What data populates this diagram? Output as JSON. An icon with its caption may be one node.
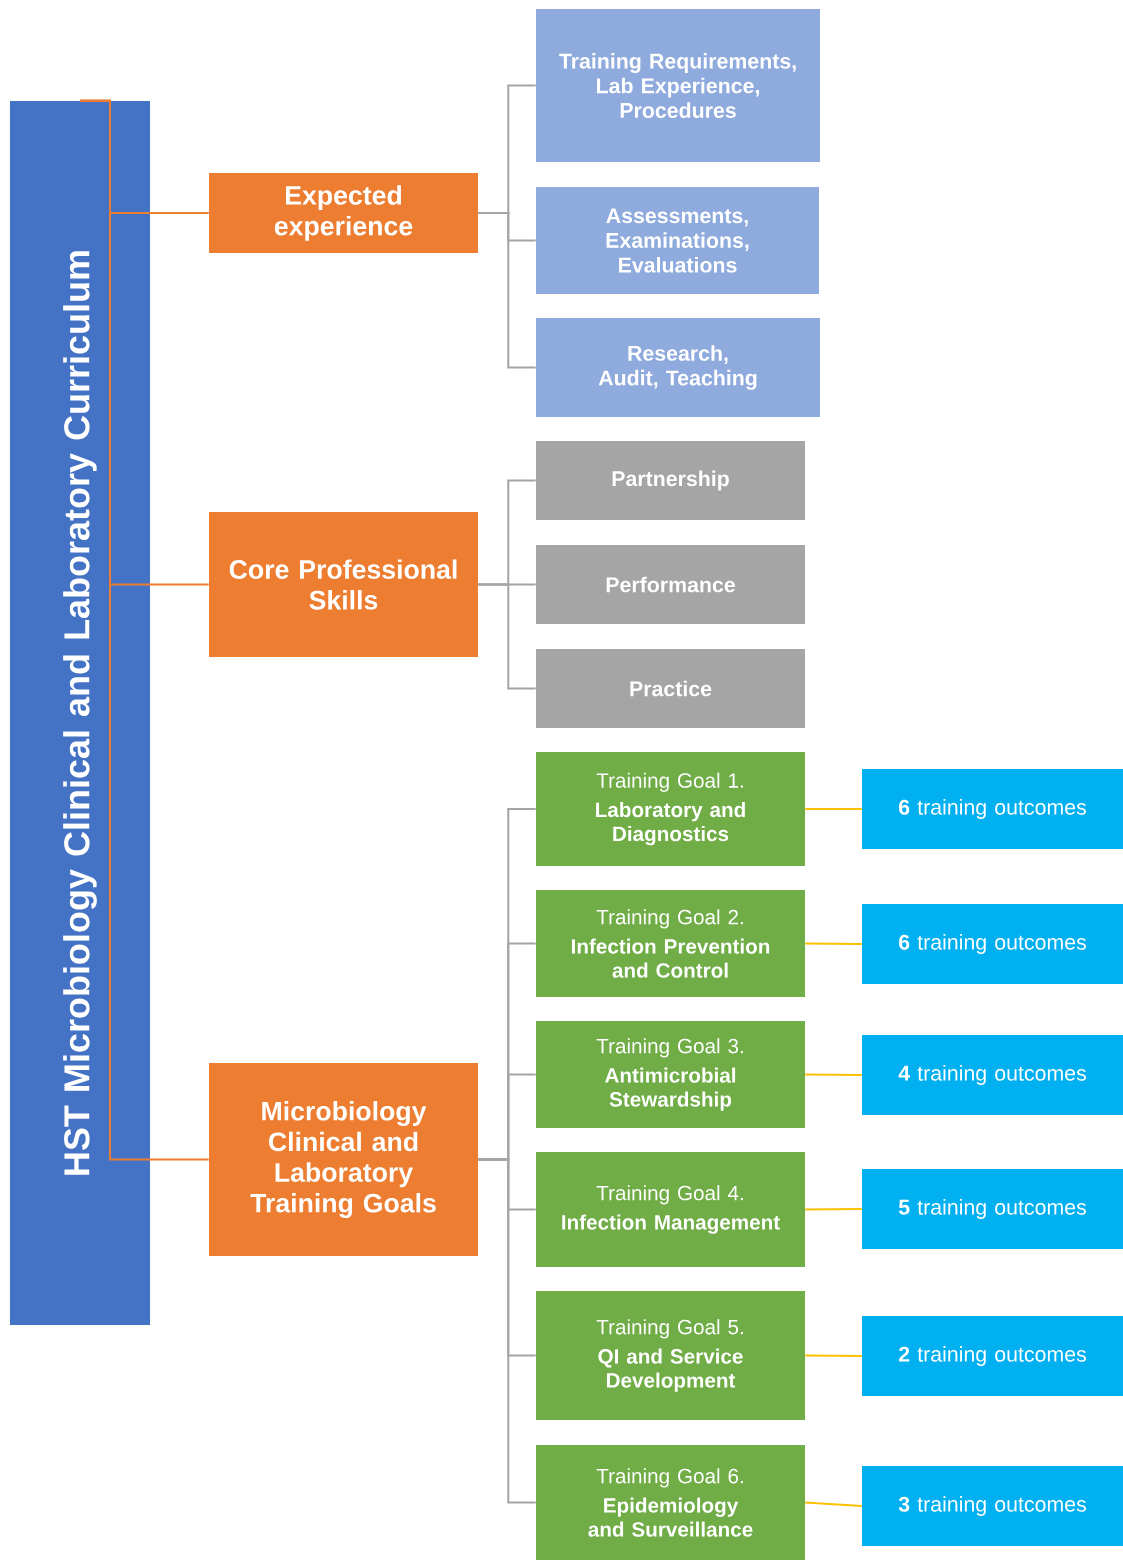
{
  "diagram": {
    "nodes": [
      {
        "text": [
          "HST Microbiology Clinical and Laboratory Curriculum"
        ]
      },
      {
        "text": [
          "Expected experience"
        ]
      },
      {
        "text": [
          "Training Requirements, Lab Experience, Procedures"
        ]
      },
      {
        "text": [
          "Assessments, Examinations, Evaluations"
        ]
      },
      {
        "text": [
          "Research, Audit, Teaching"
        ]
      },
      {
        "text": [
          "Core Professional Skills"
        ]
      },
      {
        "text": [
          "Partnership"
        ]
      },
      {
        "text": [
          "Performance"
        ]
      },
      {
        "text": [
          "Practice"
        ]
      },
      {
        "text": [
          "Microbiology Clinical and Laboratory Training Goals"
        ]
      },
      {
        "text": [
          "Training Goal 1.",
          "Laboratory and Diagnostics"
        ]
      },
      {
        "text": [
          "**6** training outcomes"
        ]
      },
      {
        "text": [
          "Training Goal 2.",
          "Infection Prevention and Control"
        ]
      },
      {
        "text": [
          "**6** training outcomes"
        ]
      },
      {
        "text": [
          "Training Goal 3.",
          "Antimicrobial Stewardship"
        ]
      },
      {
        "text": [
          "**4** training outcomes"
        ]
      },
      {
        "text": [
          "Training Goal 4.",
          "Infection Management"
        ]
      },
      {
        "text": [
          "**5** training outcomes"
        ]
      },
      {
        "text": [
          "Training Goal 5.",
          "QI and Service Development"
        ]
      },
      {
        "text": [
          "**2** training outcomes"
        ]
      },
      {
        "text": [
          "Training Goal  6.",
          "Epidemiology and Surveillance"
        ]
      },
      {
        "text": [
          "**3** training outcomes"
        ]
      }
    ],
    "edges": [
      {
        "from": 0,
        "to": 1,
        "arrow": "none",
        "color": "#ed7d31"
      },
      {
        "from": 0,
        "to": 5,
        "arrow": "none",
        "color": "#ed7d31"
      },
      {
        "from": 0,
        "to": 9,
        "arrow": "none",
        "color": "#ed7d31"
      },
      {
        "from": 1,
        "to": 2,
        "arrow": "none"
      },
      {
        "from": 1,
        "to": 3,
        "arrow": "none"
      },
      {
        "from": 1,
        "to": 4,
        "arrow": "none"
      },
      {
        "from": 5,
        "to": 6,
        "arrow": "none"
      },
      {
        "from": 5,
        "to": 7,
        "arrow": "none"
      },
      {
        "from": 5,
        "to": 8,
        "arrow": "none"
      },
      {
        "from": 9,
        "to": 10,
        "arrow": "none"
      },
      {
        "from": 9,
        "to": 12,
        "arrow": "none"
      },
      {
        "from": 9,
        "to": 14,
        "arrow": "none"
      },
      {
        "from": 9,
        "to": 16,
        "arrow": "none"
      },
      {
        "from": 9,
        "to": 18,
        "arrow": "none"
      },
      {
        "from": 9,
        "to": 20,
        "arrow": "none"
      },
      {
        "from": 10,
        "to": 11,
        "arrow": "none",
        "color": "#ffc000"
      },
      {
        "from": 12,
        "to": 13,
        "arrow": "none",
        "color": "#ffc000"
      },
      {
        "from": 14,
        "to": 15,
        "arrow": "none",
        "color": "#ffc000"
      },
      {
        "from": 16,
        "to": 17,
        "arrow": "none",
        "color": "#ffc000"
      },
      {
        "from": 18,
        "to": 19,
        "arrow": "none",
        "color": "#ffc000"
      },
      {
        "from": 20,
        "to": 21,
        "arrow": "none",
        "color": "#ffc000"
      }
    ]
  }
}
